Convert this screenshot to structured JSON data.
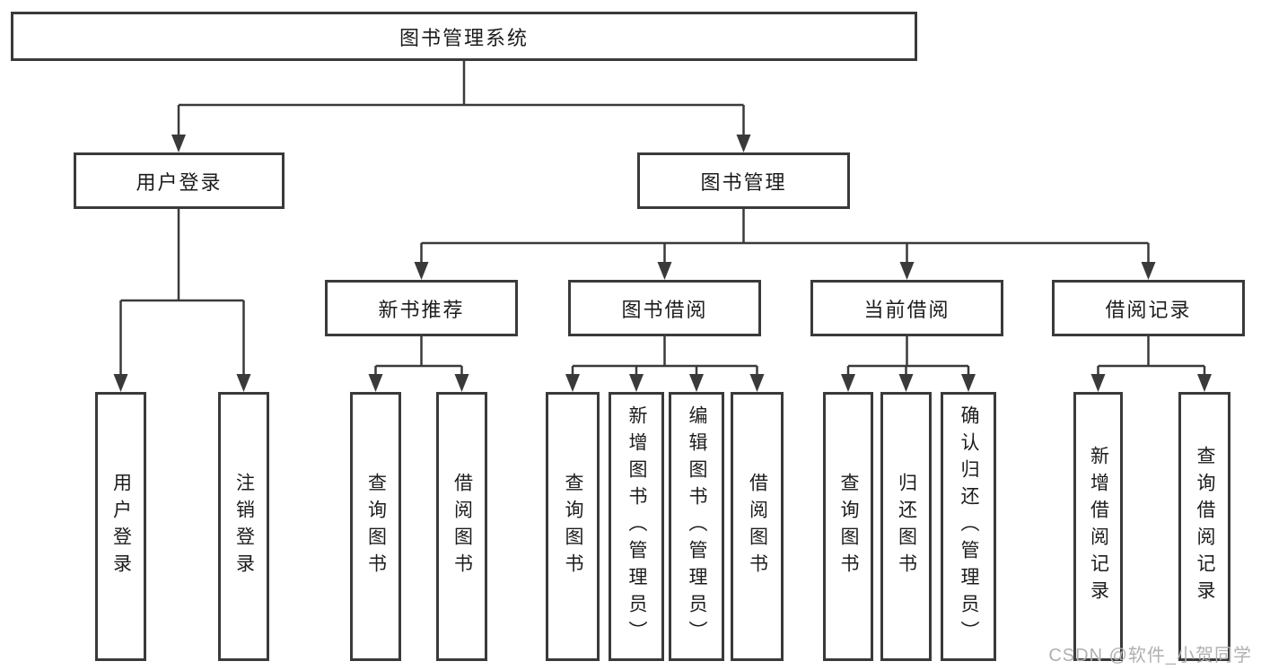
{
  "diagram": {
    "root": "图书管理系统",
    "user_login_branch": {
      "label": "用户登录",
      "children": [
        "用户登录",
        "注销登录"
      ]
    },
    "book_management_branch": {
      "label": "图书管理",
      "sections": [
        {
          "label": "新书推荐",
          "children": [
            "查询图书",
            "借阅图书"
          ]
        },
        {
          "label": "图书借阅",
          "children": [
            "查询图书",
            "新增图书（管理员）",
            "编辑图书（管理员）",
            "借阅图书"
          ]
        },
        {
          "label": "当前借阅",
          "children": [
            "查询图书",
            "归还图书",
            "确认归还（管理员）"
          ]
        },
        {
          "label": "借阅记录",
          "children": [
            "新增借阅记录",
            "查询借阅记录"
          ]
        }
      ]
    }
  },
  "watermark": "CSDN @软件_小贺同学",
  "colors": {
    "line": "#3a3a3a",
    "text": "#1c1c1c",
    "background": "#ffffff",
    "watermark": "#b0b0b0"
  }
}
